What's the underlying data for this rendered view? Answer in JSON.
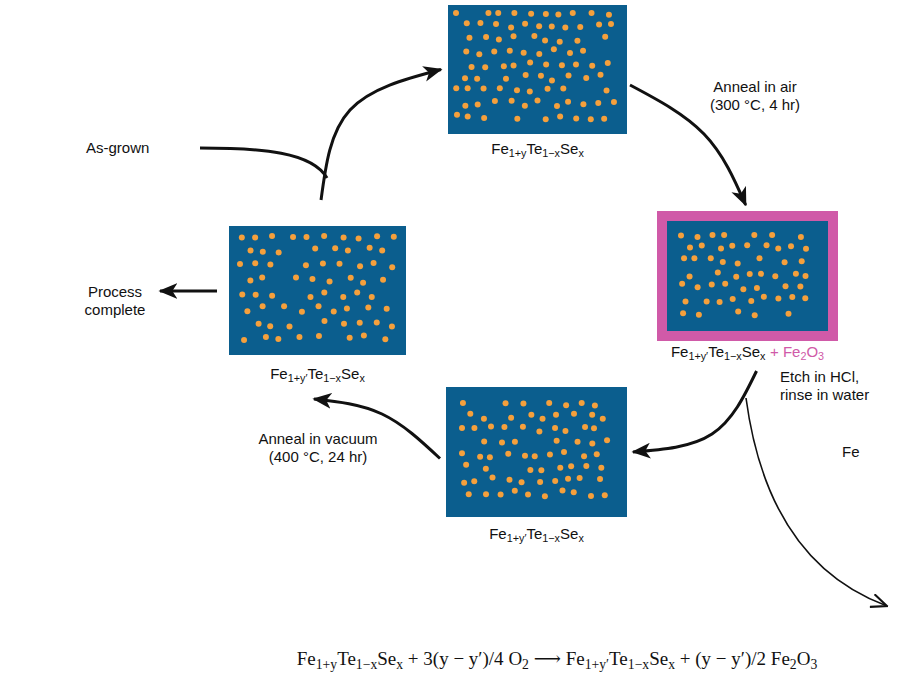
{
  "diagram": {
    "nodes": [
      {
        "text": [
          "Fe1+yTe1−xSex"
        ]
      },
      {
        "text": [
          "Fe1+y′Te1−xSex",
          "+ Fe2O3"
        ]
      },
      {
        "text": [
          "Fe1+y′Te1−xSex"
        ]
      },
      {
        "text": [
          "Fe1+y′Te1−xSex"
        ]
      }
    ],
    "edges": [
      {
        "from": 0,
        "to": 1,
        "label": "Anneal in air (300 °C, 4 hr)",
        "arrow": "to"
      },
      {
        "from": 1,
        "to": 2,
        "label": "Etch in HCl, rinse in water",
        "arrow": "to"
      },
      {
        "from": 2,
        "to": 3,
        "label": "Anneal in vacuum (400 °C, 24 hr)",
        "arrow": "to"
      },
      {
        "from": 3,
        "to": 0,
        "arrow": "to"
      }
    ],
    "labels": [
      "As-grown",
      "Process complete",
      "Fe",
      "Fe1+yTe1−xSex + 3(y − y′)/4 O2 ⟶ Fe1+y′Te1−xSex + (y − y′)/2 Fe2O3"
    ]
  }
}
